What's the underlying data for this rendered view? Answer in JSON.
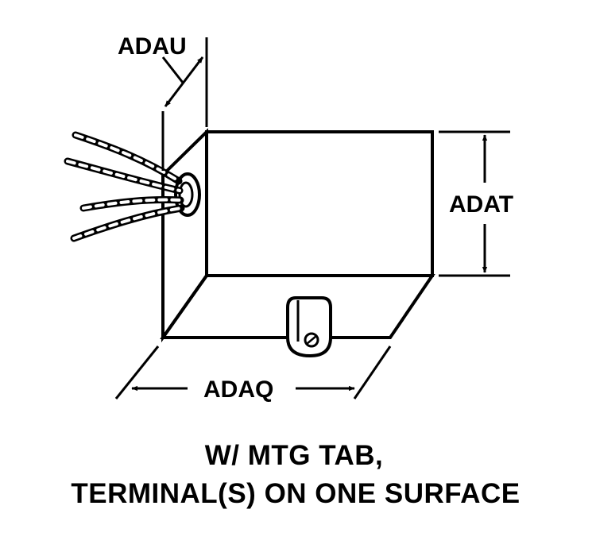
{
  "diagram": {
    "dimensions": {
      "depth_label": "ADAU",
      "height_label": "ADAT",
      "width_label": "ADAQ"
    },
    "caption": {
      "line1": "W/ MTG TAB,",
      "line2": "TERMINAL(S) ON ONE SURFACE"
    }
  }
}
